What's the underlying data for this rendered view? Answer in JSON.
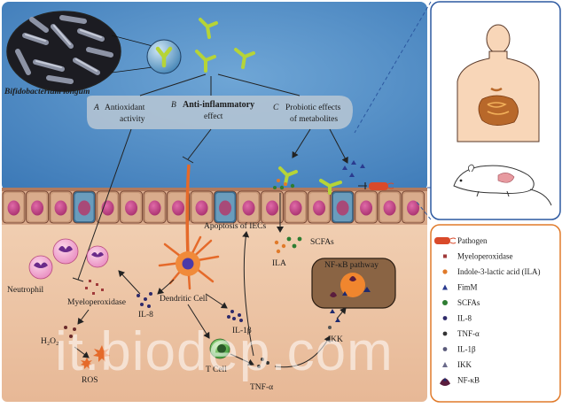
{
  "top": {
    "bacterium_label": "Bifidobacterium longum",
    "a_letter": "A",
    "a_line1": "Antioxidant",
    "a_line2": "activity",
    "b_letter": "B",
    "b_line1": "Anti-inflammatory",
    "b_line2": "effect",
    "c_letter": "C",
    "c_line1": "Probiotic effects",
    "c_line2": "of metabolites"
  },
  "bottom": {
    "apoptosis": "Apoptosis of IECs",
    "scfas": "SCFAs",
    "ila": "ILA",
    "nfkb_pathway": "NF-κB pathway",
    "neutrophil": "Neutrophil",
    "myeloperoxidase": "Myeloperoxidase",
    "il8": "IL-8",
    "dendritic": "Dendritic Cell",
    "il1b": "IL-1β",
    "h2o2": "H₂O₂",
    "ros": "ROS",
    "tcell": "T Cell",
    "tnfa": "TNF-α",
    "ikk": "IKK"
  },
  "legend": [
    {
      "label": "Pathogen",
      "icon": "pathogen-icon"
    },
    {
      "label": "Myeloperoxidase",
      "icon": "myeloperoxidase-icon"
    },
    {
      "label": "Indole-3-lactic acid (ILA)",
      "icon": "ila-icon"
    },
    {
      "label": "FimM",
      "icon": "fimm-icon"
    },
    {
      "label": "SCFAs",
      "icon": "scfas-icon"
    },
    {
      "label": "IL-8",
      "icon": "il8-icon"
    },
    {
      "label": "TNF-α",
      "icon": "tnfa-icon"
    },
    {
      "label": "IL-1β",
      "icon": "il1b-icon"
    },
    {
      "label": "IKK",
      "icon": "ikk-icon"
    },
    {
      "label": "NF-κB",
      "icon": "nfkb-icon"
    }
  ],
  "watermark": "it.biodep.com",
  "colors": {
    "lumen": "#3f7fbd",
    "tissue": "#efc8a8",
    "mucosa_cell": "#c89878",
    "nucleus": "#c0488a",
    "pathogen": "#d94a2a",
    "panel_border": "#2c58a0",
    "legend_border": "#e07a2a"
  }
}
